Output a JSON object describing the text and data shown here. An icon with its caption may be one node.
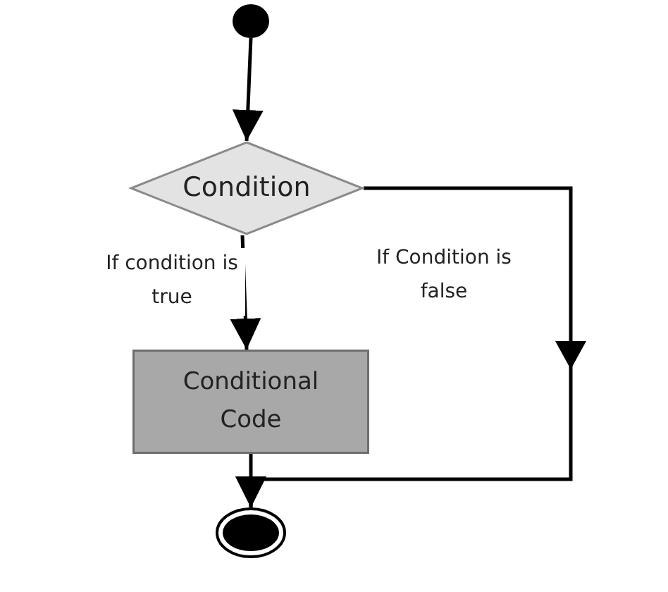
{
  "diagram": {
    "nodes": [
      {
        "text": [],
        "shape": "circle"
      },
      {
        "text": [
          "Condition"
        ]
      },
      {
        "text": [
          "Conditional Code"
        ]
      },
      {
        "text": [],
        "shape": "circle"
      }
    ],
    "edges": [
      {
        "from": 0,
        "to": 1,
        "arrow": "to"
      },
      {
        "from": 1,
        "to": 2,
        "arrow": "to",
        "label": "If condition is true"
      },
      {
        "from": 1,
        "to": 3,
        "arrow": "to",
        "label": "If Condition is false"
      },
      {
        "from": 2,
        "to": 3,
        "arrow": "to"
      }
    ]
  }
}
